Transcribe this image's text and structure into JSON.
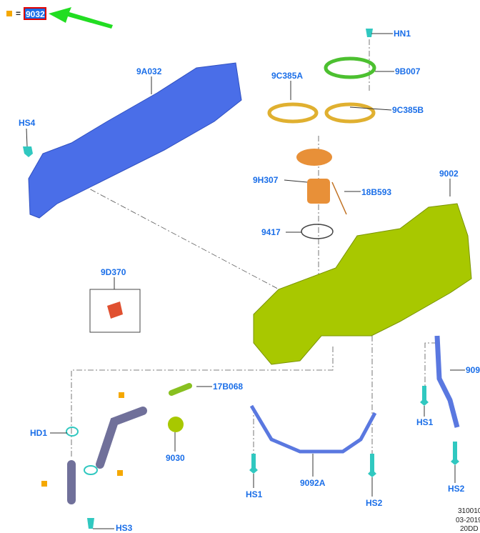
{
  "legend": {
    "marker_color": "#f5a800",
    "equals": "=",
    "part": "9032",
    "highlight_color": "#e00000",
    "arrow_color": "#22dd22"
  },
  "labels": {
    "hn1": "HN1",
    "b9b007": "9B007",
    "c9c385a": "9C385A",
    "c9c385b": "9C385B",
    "a9a032": "9A032",
    "hs4": "HS4",
    "h9h307": "9H307",
    "b18b593": "18B593",
    "p9002": "9002",
    "p9417": "9417",
    "d9d370": "9D370",
    "b17b068": "17B068",
    "p909": "909",
    "hd1": "HD1",
    "hs1_right": "HS1",
    "p9030": "9030",
    "hs1_mid": "HS1",
    "a9092a": "9092A",
    "hs2_mid": "HS2",
    "hs2_right": "HS2",
    "hs3": "HS3"
  },
  "footer": {
    "line1": "310010",
    "line2": "03-2019",
    "line3": "20DD"
  },
  "colors": {
    "heat_shield": "#4a6ee8",
    "tank": "#a8c800",
    "fuel_pump": "#e89038",
    "lock_ring": "#e0b030",
    "bolt": "#30c8c0",
    "filler_pipe": "#70709a",
    "strap": "#5a78e0",
    "label": "#1a6ee8"
  }
}
